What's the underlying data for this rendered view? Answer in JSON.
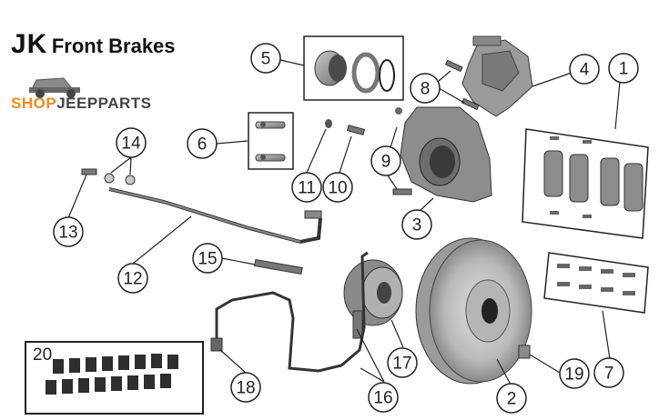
{
  "title": {
    "model": "JK",
    "subtitle": "Front Brakes"
  },
  "brand": {
    "shop": "SHOP",
    "jeep": "JEEPPARTS"
  },
  "callouts": {
    "c1": "1",
    "c2": "2",
    "c3": "3",
    "c4": "4",
    "c5": "5",
    "c6": "6",
    "c7": "7",
    "c8": "8",
    "c9": "9",
    "c10": "10",
    "c11": "11",
    "c12": "12",
    "c13": "13",
    "c14": "14",
    "c15": "15",
    "c16": "16",
    "c17": "17",
    "c18": "18",
    "c19": "19"
  },
  "kit_label": "20",
  "colors": {
    "brand_orange": "#f08a1c",
    "part_gray": "#8e8e8e",
    "outline": "#222222"
  }
}
